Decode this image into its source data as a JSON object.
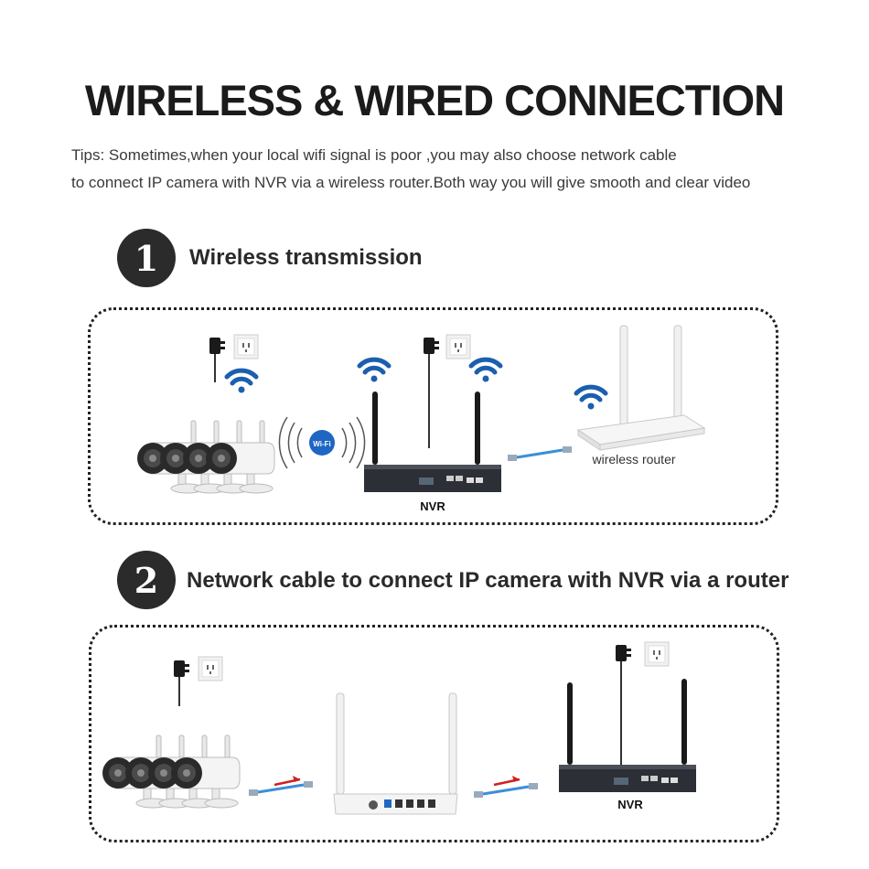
{
  "title": "WIRELESS & WIRED CONNECTION",
  "tips": {
    "line1": "Tips: Sometimes,when your local wifi signal is poor ,you may also choose network cable",
    "line2": "to connect IP camera  with NVR via a wireless router.Both way you will give smooth and clear video"
  },
  "step1": {
    "number": "1",
    "title": "Wireless transmission",
    "nvr_label": "NVR",
    "router_label": "wireless router",
    "wifi_badge": "Wi-Fi"
  },
  "step2": {
    "number": "2",
    "title": "Network cable to connect IP camera with NVR via a router",
    "nvr_label": "NVR"
  },
  "colors": {
    "wifi_blue": "#1b5fae",
    "cable_blue": "#3b8fd6",
    "arrow_red": "#d0201e",
    "step_circle": "#2b2b2b"
  },
  "icons": [
    "power-adapter-icon",
    "wall-socket-icon",
    "wifi-signal-icon",
    "ip-camera-icon",
    "nvr-icon",
    "router-icon",
    "network-cable-icon",
    "red-arrow-icon"
  ]
}
